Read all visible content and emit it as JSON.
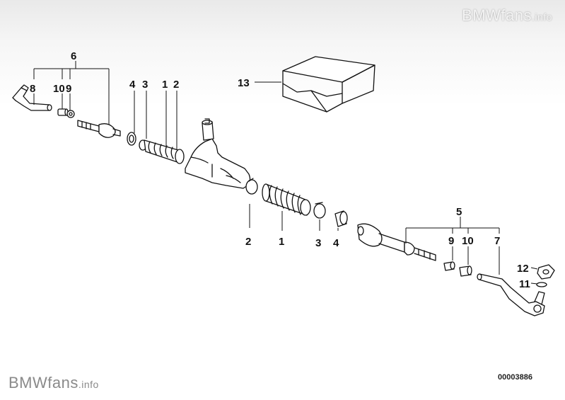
{
  "watermark": {
    "brand": "BMWfans",
    "suffix": ".info"
  },
  "diagram_code": "00003886",
  "callouts": {
    "n1a": "1",
    "n2a": "2",
    "n3a": "3",
    "n4a": "4",
    "n6": "6",
    "n8": "8",
    "n10a": "10",
    "n9a": "9",
    "n13": "13",
    "n2b": "2",
    "n1b": "1",
    "n3b": "3",
    "n4b": "4",
    "n5": "5",
    "n9b": "9",
    "n10b": "10",
    "n7": "7",
    "n12": "12",
    "n11": "11"
  }
}
